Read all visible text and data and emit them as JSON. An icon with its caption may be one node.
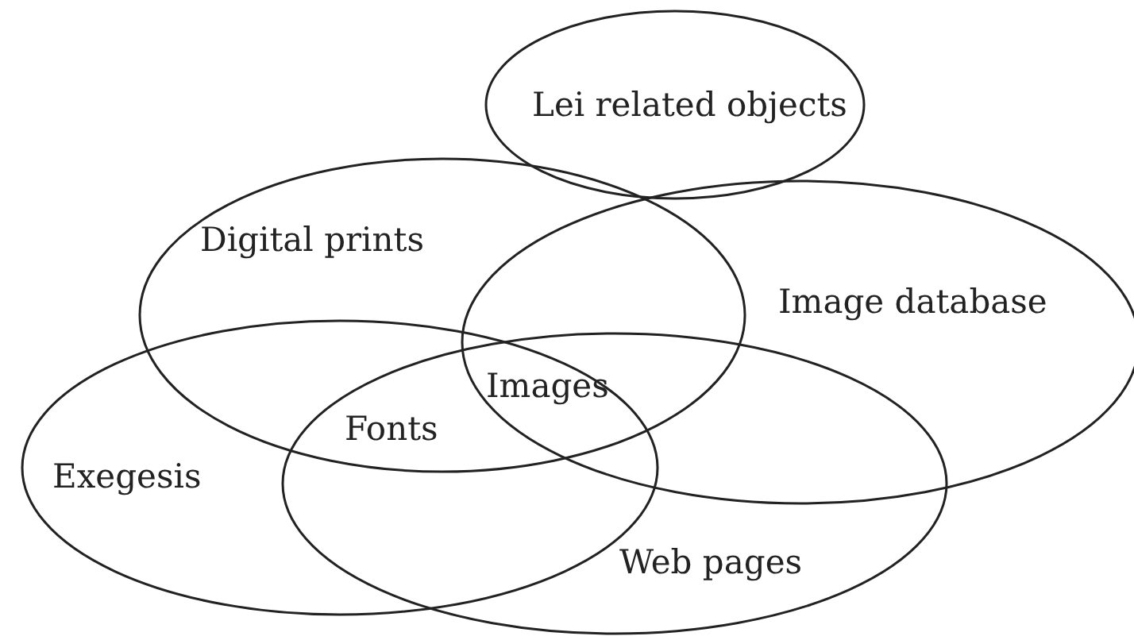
{
  "diagram": {
    "nodes": [
      {
        "text": [
          "Lei related objects"
        ]
      },
      {
        "text": [
          "Digital prints"
        ]
      },
      {
        "text": [
          "Image database"
        ]
      },
      {
        "text": [
          "Exegesis"
        ]
      },
      {
        "text": [
          "Web pages"
        ]
      }
    ],
    "labels": [
      "Images",
      "Fonts"
    ]
  }
}
